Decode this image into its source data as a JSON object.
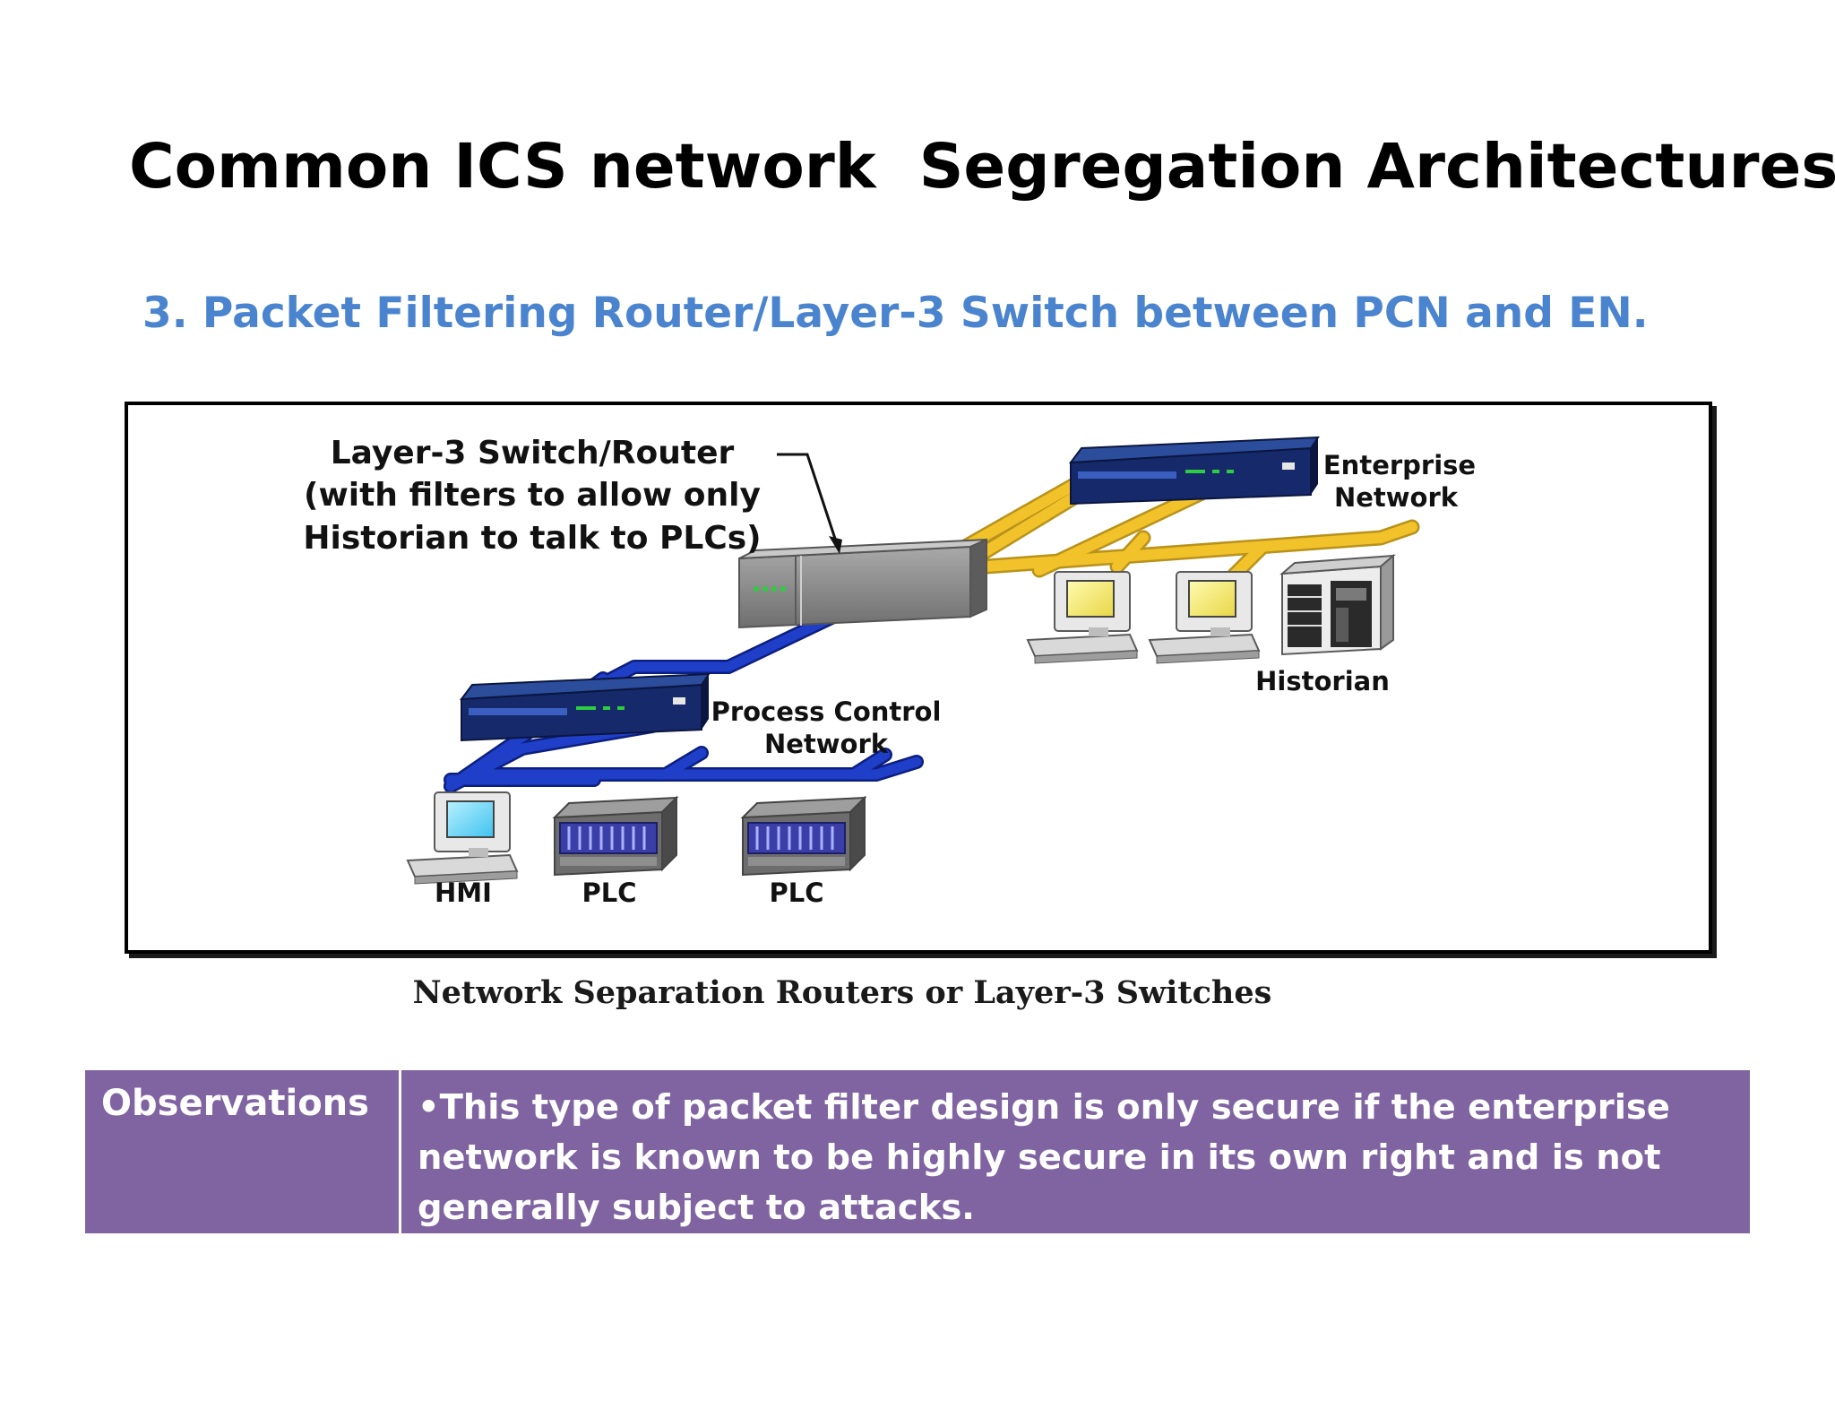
{
  "slide": {
    "title": "Common ICS network  Segregation Architectures",
    "subtitle": "3. Packet Filtering Router/Layer-3 Switch between PCN and EN."
  },
  "diagram": {
    "router_label": [
      "Layer-3 Switch/Router",
      "(with filters to allow only",
      "Historian to talk to PLCs)"
    ],
    "enterprise_label": [
      "Enterprise",
      "Network"
    ],
    "process_label": [
      "Process Control",
      "Network"
    ],
    "historian_label": "Historian",
    "hmi_label": "HMI",
    "plc1_label": "PLC",
    "plc2_label": "PLC",
    "caption": "Network Separation Routers or Layer-3 Switches"
  },
  "observations": {
    "label": "Observations",
    "text": "•This type of packet filter design is only secure if the enterprise network is known to be highly secure in its own right and is not generally subject to attacks."
  },
  "colors": {
    "subtitle": "#4a84cf",
    "table_fill": "#8064a2",
    "enterprise_cable": "#f2c22b",
    "process_cable": "#1f3fc9",
    "switch_navy": "#15296b"
  },
  "icons": [
    "router-icon",
    "switch-icon",
    "workstation-icon",
    "server-icon",
    "plc-icon",
    "arrow-icon"
  ]
}
